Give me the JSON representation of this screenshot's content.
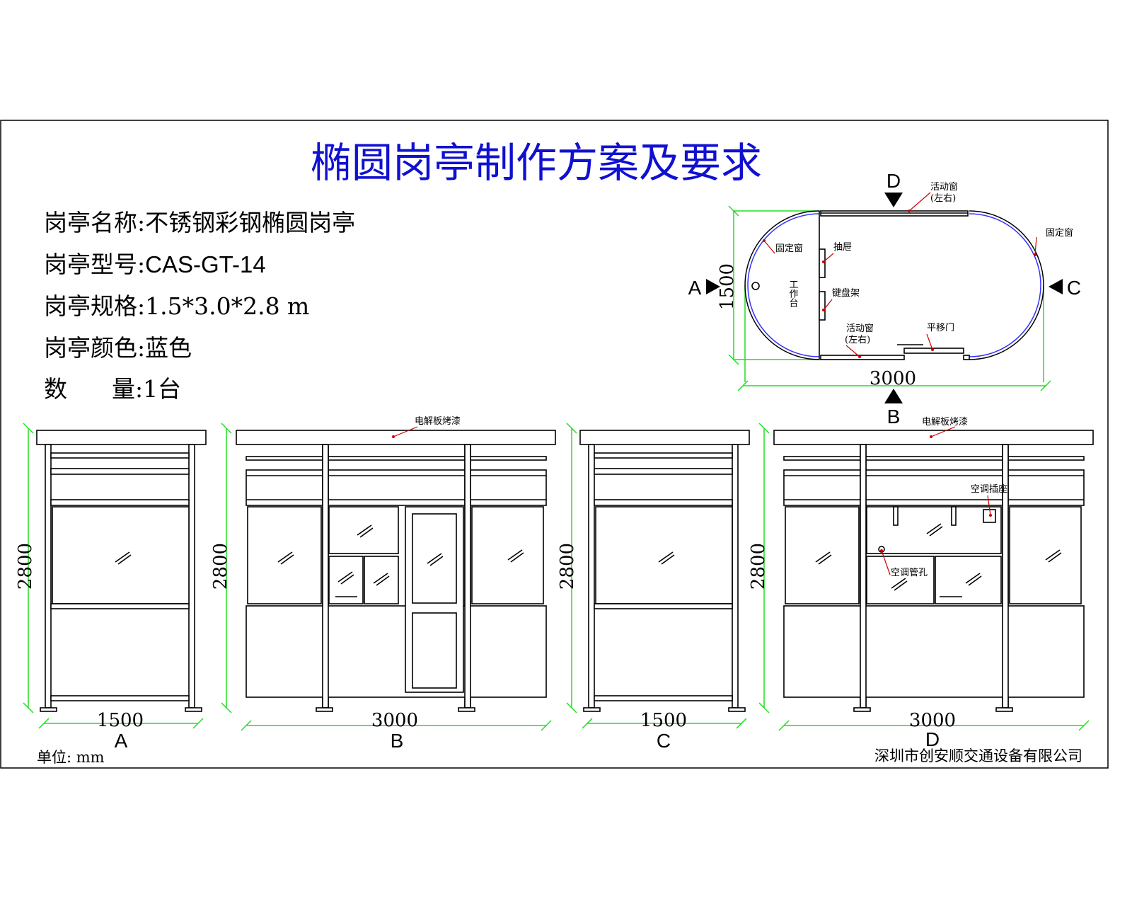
{
  "title": "椭圆岗亭制作方案及要求",
  "info": [
    {
      "label": "岗亭名称:",
      "value": "不锈钢彩钢椭圆岗亭"
    },
    {
      "label": "岗亭型号:",
      "value": "CAS-GT-14"
    },
    {
      "label": "岗亭规格:",
      "value": "1.5*3.0*2.8 m"
    },
    {
      "label": "岗亭颜色:",
      "value": "蓝色"
    },
    {
      "label": "数      量:",
      "value": "1台"
    }
  ],
  "plan": {
    "view_markers": [
      "A",
      "B",
      "C",
      "D"
    ],
    "width_dim": "3000",
    "depth_dim": "1500",
    "labels": {
      "sliding_window_top": "活动窗",
      "sliding_window_top_sub": "(左右)",
      "fixed_window_left": "固定窗",
      "fixed_window_right": "固定窗",
      "drawer": "抽屉",
      "keyboard_tray": "键盘架",
      "workbench": "工作台",
      "sliding_window_bottom": "活动窗",
      "sliding_window_bottom_sub": "(左右)",
      "sliding_door": "平移门"
    }
  },
  "elevations": [
    {
      "view": "A",
      "width_dim": "1500",
      "height_dim": "2800"
    },
    {
      "view": "B",
      "width_dim": "3000",
      "height_dim": "2800",
      "roof_note": "电解板烤漆"
    },
    {
      "view": "C",
      "width_dim": "1500",
      "height_dim": "2800"
    },
    {
      "view": "D",
      "width_dim": "3000",
      "height_dim": "2800",
      "roof_note": "电解板烤漆",
      "socket_note": "空调插座",
      "pipe_note": "空调管孔"
    }
  ],
  "footer": {
    "unit": "单位: mm",
    "company": "深圳市创安顺交通设备有限公司"
  },
  "colors": {
    "title": "#1010d0",
    "dimension": "#22dd22",
    "leader": "#cc0000"
  }
}
